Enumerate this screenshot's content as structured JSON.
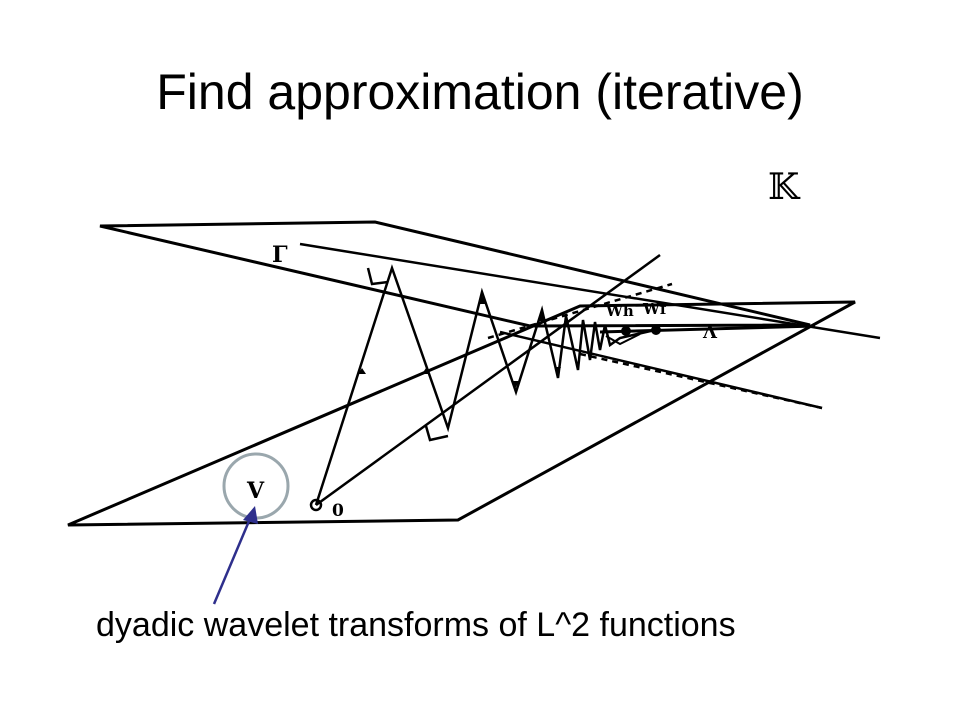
{
  "slide": {
    "title": "Find approximation (iterative)",
    "caption": "dyadic wavelet transforms of L^2 functions"
  },
  "diagram": {
    "set_k_label": "𝕂",
    "plane_gamma_label": "Γ",
    "plane_v_label": "V",
    "origin_label": "0",
    "point_wh_label": "Wh",
    "point_wf_label": "Wf",
    "lambda_label": "Λ",
    "highlight_circle_color": "#9aa7ad",
    "arrow_color": "#2e2f8c"
  }
}
